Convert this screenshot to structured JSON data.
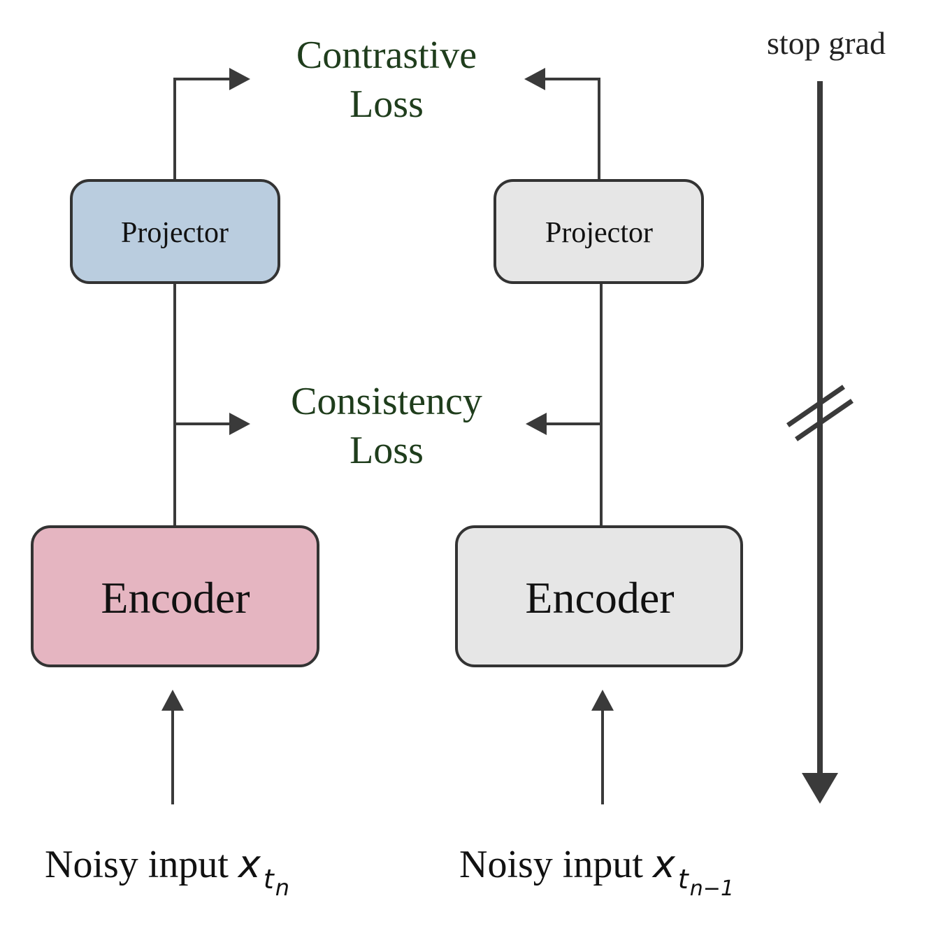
{
  "colors": {
    "line": "#3a3a3a",
    "loss_text": "#1f3d1c",
    "projector_left_fill": "#bacddf",
    "encoder_left_fill": "#e5b5c1",
    "gray_fill": "#e6e6e6"
  },
  "losses": {
    "contrastive": {
      "line1": "Contrastive",
      "line2": "Loss"
    },
    "consistency": {
      "line1": "Consistency",
      "line2": "Loss"
    }
  },
  "left_branch": {
    "projector_label": "Projector",
    "encoder_label": "Encoder",
    "input_text": "Noisy input ",
    "input_var": "x",
    "input_sub": "t",
    "input_subsub": "n"
  },
  "right_branch": {
    "projector_label": "Projector",
    "encoder_label": "Encoder",
    "input_text": "Noisy input ",
    "input_var": "x",
    "input_sub": "t",
    "input_subsub": "n−1"
  },
  "stop_grad": {
    "label": "stop grad"
  }
}
